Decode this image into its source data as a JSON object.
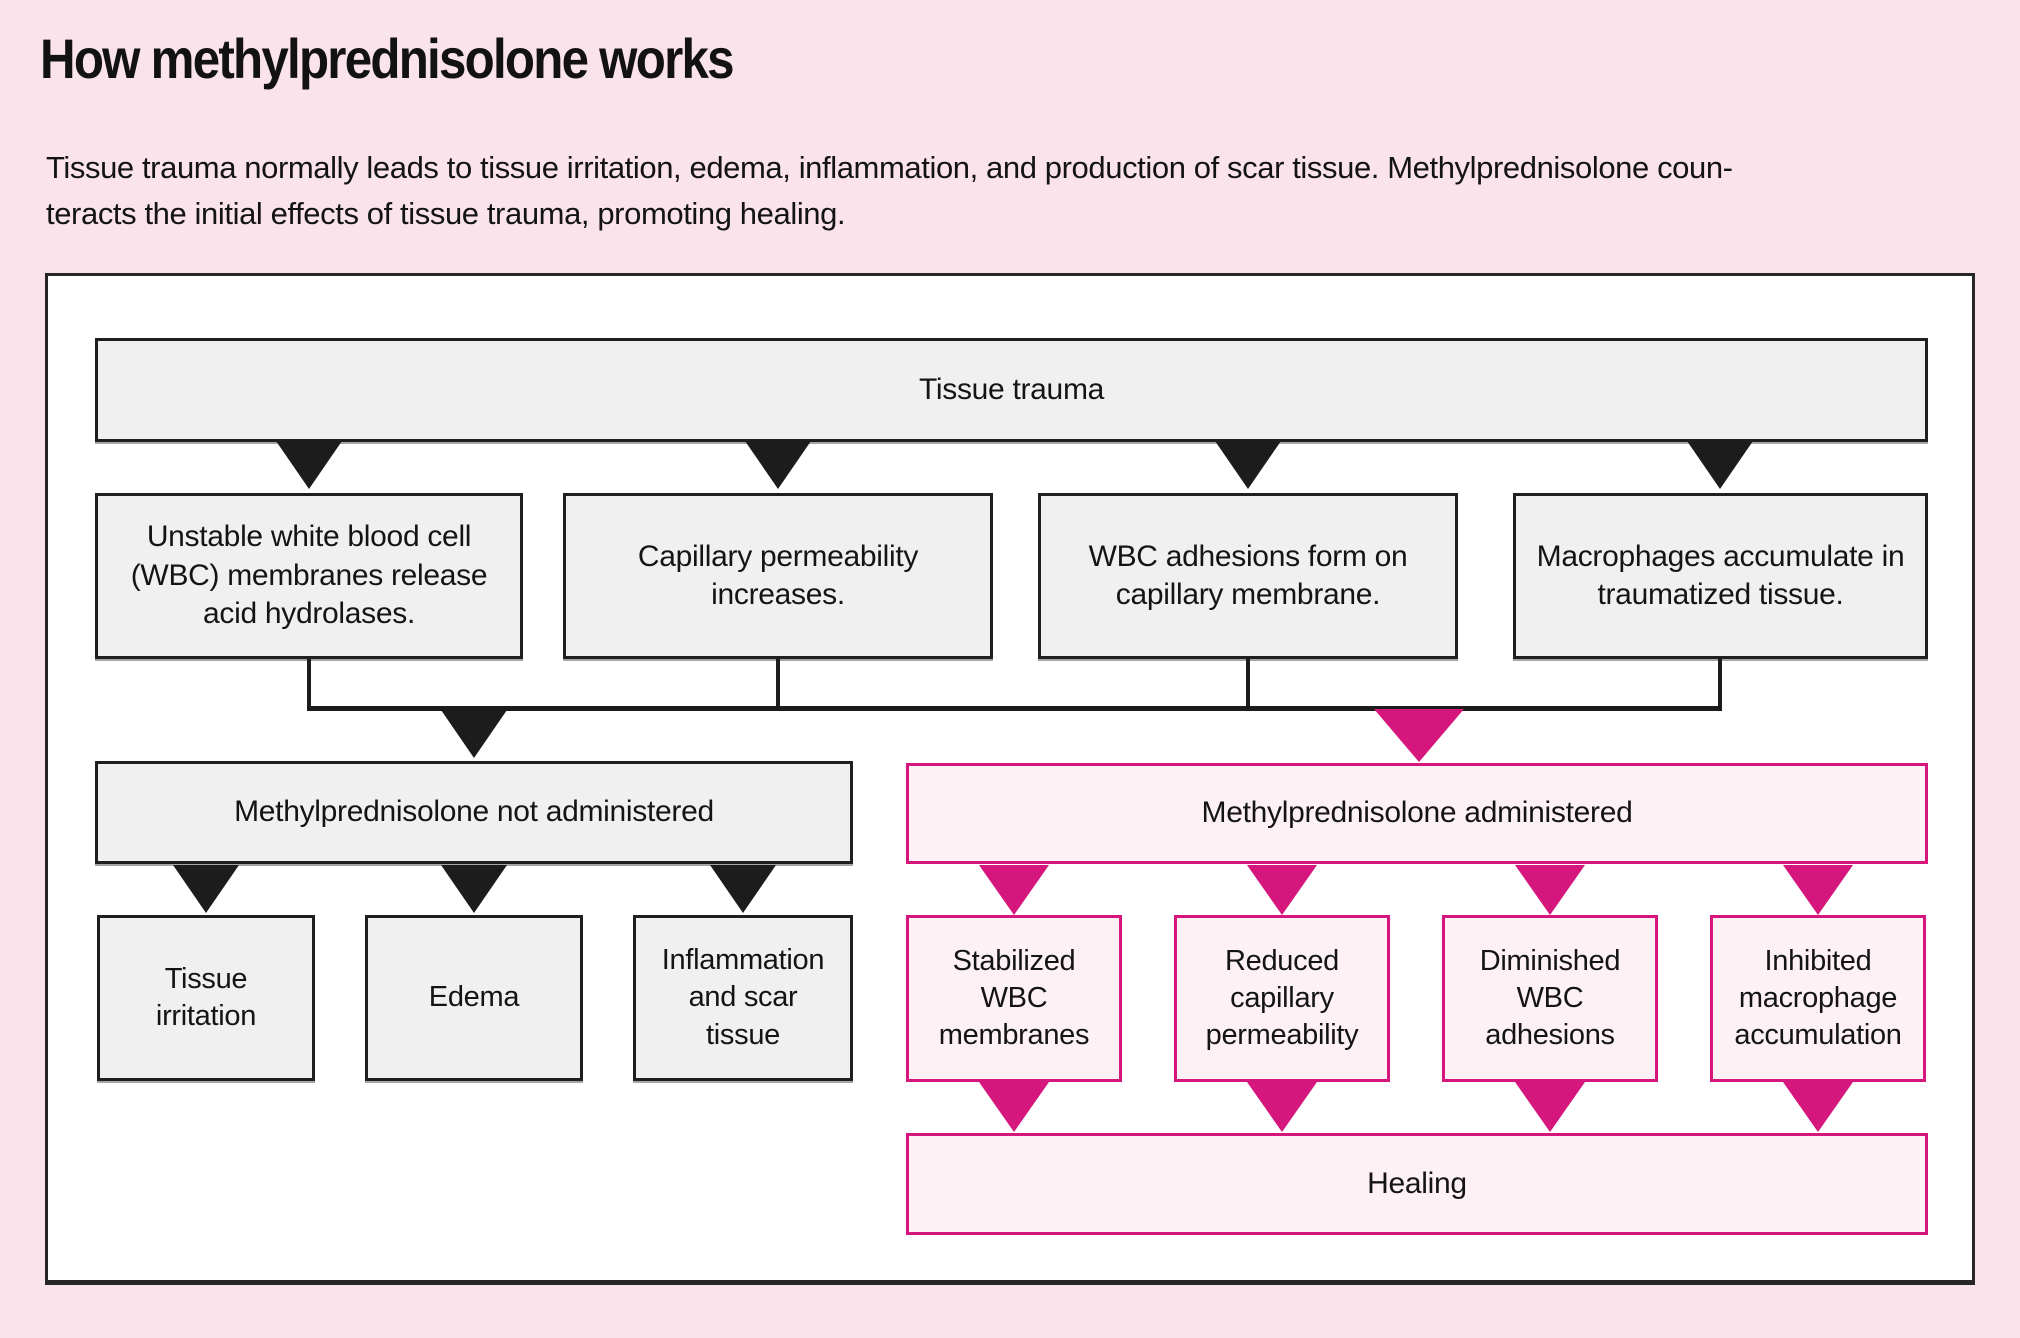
{
  "header": {
    "title": "How methylprednisolone works",
    "intro_line1": "Tissue trauma normally leads to tissue irritation, edema, inflammation, and production of scar tissue. Methylprednisolone coun-",
    "intro_line2": "teracts the initial effects of tissue trauma, promoting healing.",
    "intro_full": "Tissue trauma normally leads to tissue irritation, edema, inflammation, and production of scar tissue. Methylprednisolone counteracts the initial effects of tissue trauma, promoting healing."
  },
  "colors": {
    "page_background": "#fae3ea",
    "panel_background": "#ffffff",
    "gray_box_fill": "#f0f0f0",
    "black_line": "#1c1c1c",
    "magenta_accent": "#d5167c",
    "pink_box_fill": "#fdf1f5"
  },
  "flowchart": {
    "root": {
      "label": "Tissue trauma"
    },
    "effects": [
      {
        "label": "Unstable white blood cell (WBC) membranes release acid hydrolases."
      },
      {
        "label": "Capillary permeability increases."
      },
      {
        "label": "WBC adhesions form on capillary membrane."
      },
      {
        "label": "Macrophages accumulate in traumatized tissue."
      }
    ],
    "branch_left": {
      "label": "Methylprednisolone not administered",
      "outcomes": [
        {
          "label": "Tissue irritation"
        },
        {
          "label": "Edema"
        },
        {
          "label": "Inflammation and scar tissue"
        }
      ]
    },
    "branch_right": {
      "label": "Methylprednisolone administered",
      "outcomes": [
        {
          "label": "Stabilized WBC membranes"
        },
        {
          "label": "Reduced capillary permeability"
        },
        {
          "label": "Diminished WBC adhesions"
        },
        {
          "label": "Inhibited macrophage accumulation"
        }
      ],
      "result": {
        "label": "Healing"
      }
    }
  }
}
